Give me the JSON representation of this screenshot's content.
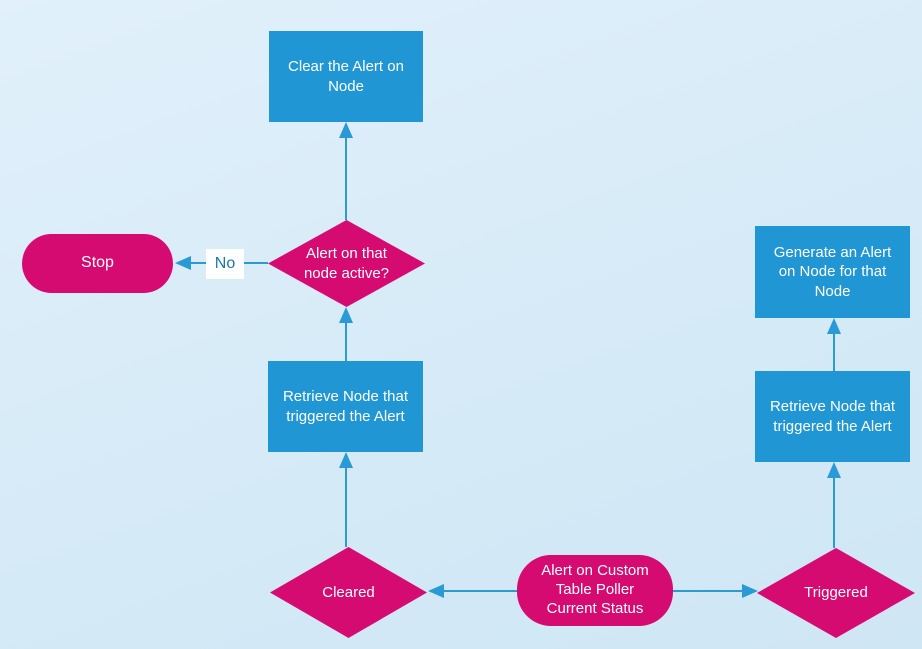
{
  "nodes": {
    "clear_alert": {
      "label": "Clear the Alert on Node",
      "type": "process"
    },
    "alert_active": {
      "label": "Alert on that node active?",
      "type": "decision"
    },
    "stop": {
      "label": "Stop",
      "type": "terminator"
    },
    "retrieve_left": {
      "label": "Retrieve Node that triggered the Alert",
      "type": "process"
    },
    "cleared": {
      "label": "Cleared",
      "type": "decision"
    },
    "poller_status": {
      "label": "Alert on Custom Table Poller Current Status",
      "type": "terminator"
    },
    "triggered": {
      "label": "Triggered",
      "type": "decision"
    },
    "retrieve_right": {
      "label": "Retrieve Node that triggered the Alert",
      "type": "process"
    },
    "generate_alert": {
      "label": "Generate an Alert on Node for that Node",
      "type": "process"
    }
  },
  "edges": {
    "no_label": "No"
  },
  "colors": {
    "process_fill": "#2196d4",
    "decision_fill": "#d60b72",
    "terminator_fill": "#d60b72",
    "connector": "#2e9bcf",
    "arrowhead": "#2a9ad6",
    "node_text": "#ffffff",
    "edge_label_text": "#1878a8",
    "canvas_bg_1": "#e1f0fb",
    "canvas_bg_2": "#d3e9f6"
  }
}
